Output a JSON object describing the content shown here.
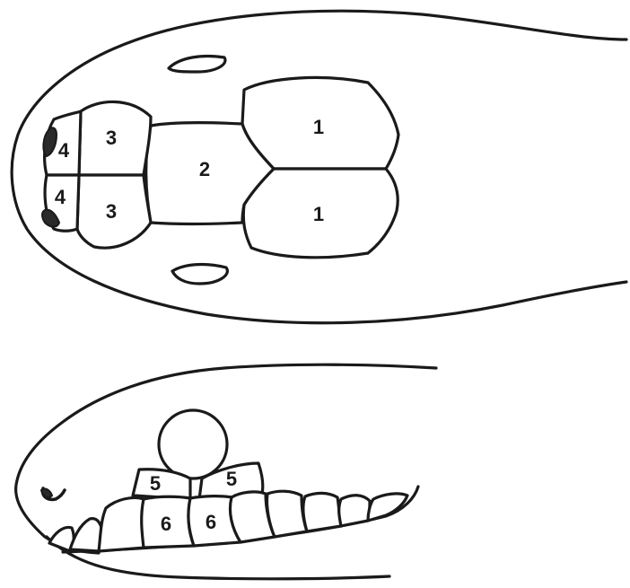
{
  "dorsal_view": {
    "labels": {
      "parietal_left": "1",
      "parietal_right": "1",
      "frontal": "2",
      "prefrontal_left": "3",
      "prefrontal_right": "3",
      "internasal_left": "4",
      "internasal_right": "4"
    }
  },
  "lateral_view": {
    "labels": {
      "preocular_front": "5",
      "postocular": "5",
      "supralabial_a": "6",
      "supralabial_b": "6"
    }
  },
  "colors": {
    "ink": "#1a1a1a",
    "background": "#ffffff"
  }
}
